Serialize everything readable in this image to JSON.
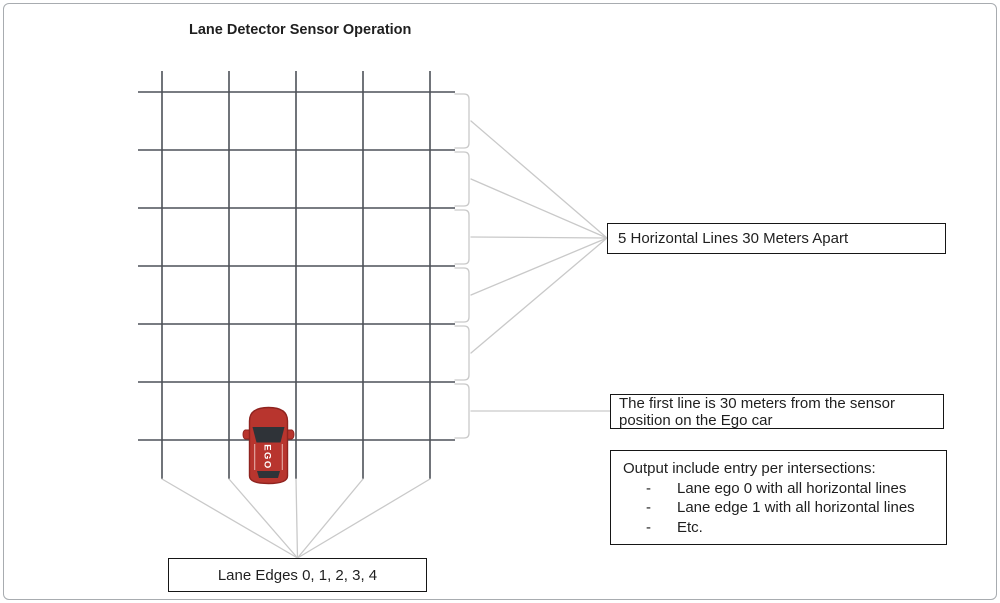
{
  "title": "Lane Detector Sensor Operation",
  "car": {
    "label": "EGO"
  },
  "callouts": {
    "horizontal_lines": "5 Horizontal Lines 30 Meters Apart",
    "first_line": "The first line is 30 meters from the sensor position on the Ego car",
    "output": {
      "heading": "Output include entry per intersections:",
      "bullet_marker": "-",
      "items": [
        "Lane ego 0 with all horizontal lines",
        "Lane edge 1 with all horizontal lines",
        "Etc."
      ]
    },
    "lane_edges": "Lane Edges 0, 1, 2, 3, 4"
  },
  "colors": {
    "grid_line": "#4d5158",
    "leader_line": "#c9c9c9",
    "frame_border": "#a8acb0",
    "box_border": "#161616",
    "text": "#1f1f1f",
    "car_body": "#b8352e",
    "car_body_dark": "#8f231f",
    "car_glass": "#2f3338",
    "car_label": "#ffffff"
  }
}
